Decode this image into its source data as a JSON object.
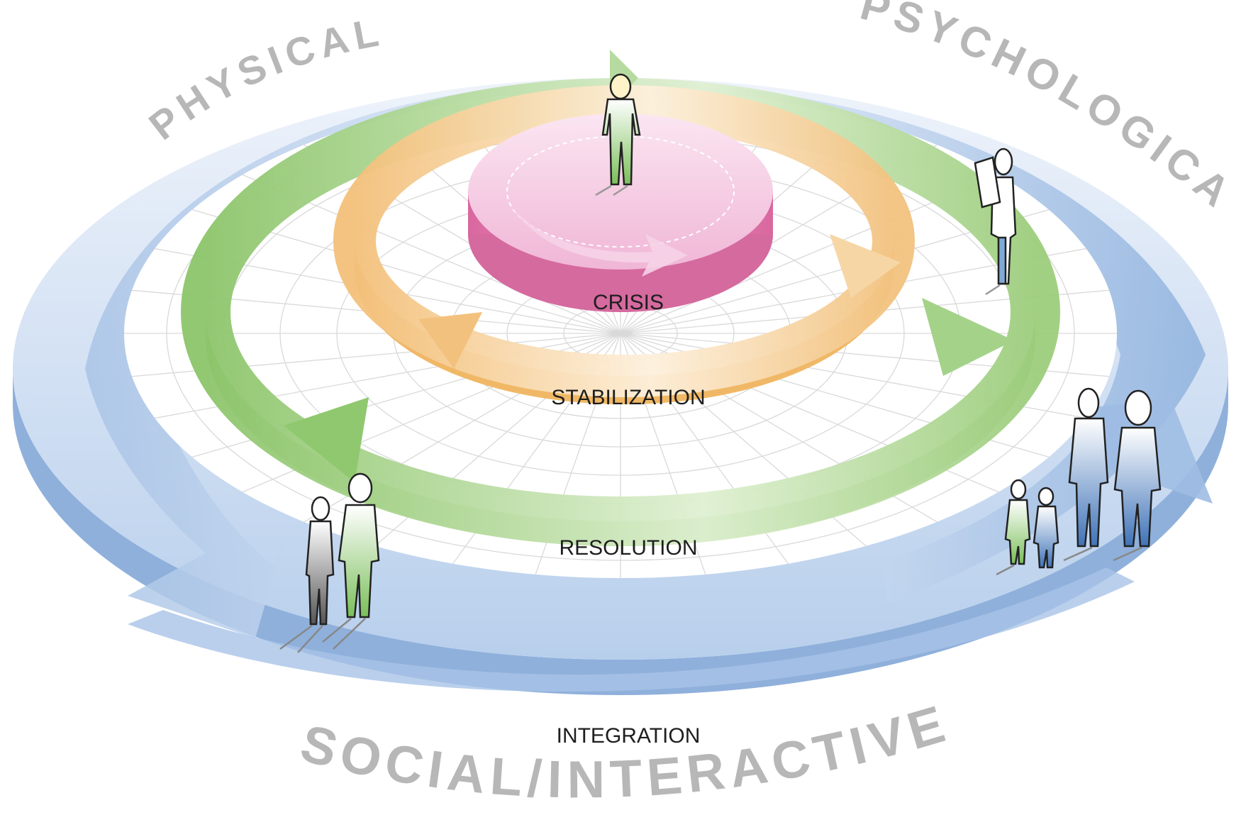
{
  "dimensions": {
    "physical": "PHYSICAL",
    "psychological": "PSYCHOLOGICAL",
    "social": "SOCIAL/INTERACTIVE"
  },
  "rings": {
    "crisis": "CRISIS",
    "stabilization": "STABILIZATION",
    "resolution": "RESOLUTION",
    "integration": "INTEGRATION"
  },
  "colors": {
    "crisis": "#e48cbc",
    "stabilization": "#f4c98a",
    "resolution": "#9dcf7d",
    "integration": "#9ab9df",
    "dimension_text": "#b7b7b7",
    "grid": "#d9d9d9"
  },
  "figures": [
    "person-standing-center",
    "doctor-with-clipboard",
    "couple",
    "family-group"
  ]
}
